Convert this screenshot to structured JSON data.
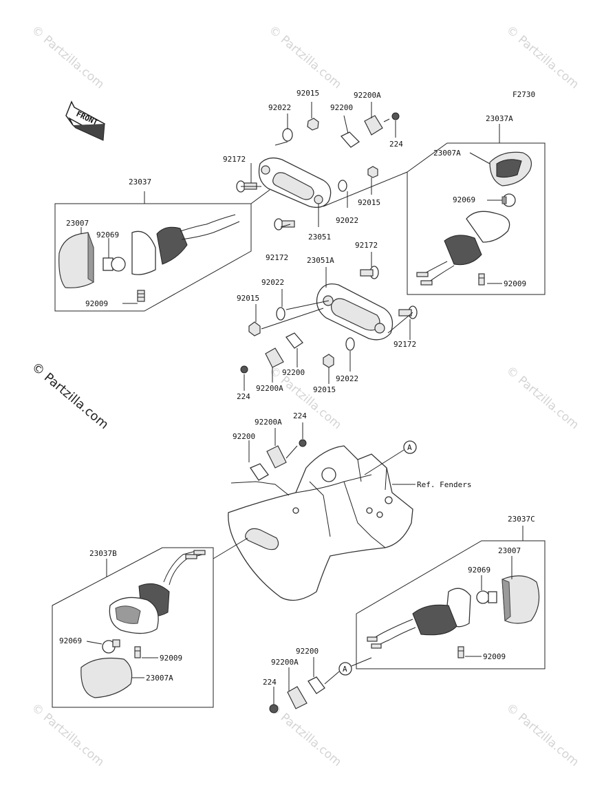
{
  "figure_code": "F2730",
  "front_label": "FRONT",
  "copyright_notice": "© Partzilla.com",
  "watermark_text": "© Partzilla.com",
  "ref_note": "Ref. Fenders",
  "callout_letter": "A",
  "top_group": {
    "labels": [
      "92015",
      "92200A",
      "92022",
      "92200",
      "224",
      "92172",
      "92015",
      "92022",
      "92172",
      "23051"
    ]
  },
  "assembly_23037": {
    "box_label": "23037",
    "labels": [
      "23007",
      "92069",
      "92009"
    ]
  },
  "assembly_23037A": {
    "box_label": "23037A",
    "labels": [
      "23007A",
      "92069",
      "92009"
    ]
  },
  "middle_group": {
    "labels": [
      "92172",
      "23051A",
      "92022",
      "92015",
      "92172",
      "92200",
      "92022",
      "224",
      "92200A",
      "92015"
    ]
  },
  "fender_group": {
    "labels": [
      "224",
      "92200A",
      "92200"
    ]
  },
  "assembly_23037B": {
    "box_label": "23037B",
    "labels": [
      "92069",
      "92009",
      "23007A"
    ]
  },
  "assembly_23037C": {
    "box_label": "23037C",
    "labels": [
      "23007",
      "92069",
      "92009"
    ]
  },
  "bottom_group": {
    "labels": [
      "92200",
      "92200A",
      "224"
    ]
  }
}
